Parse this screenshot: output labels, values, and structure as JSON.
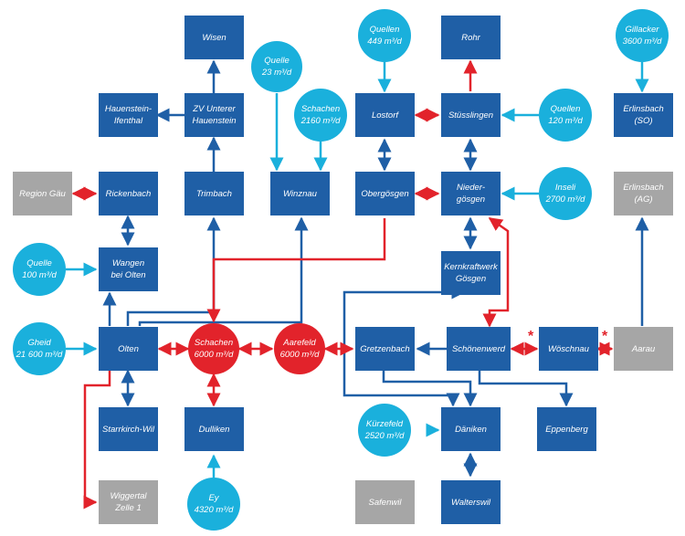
{
  "colors": {
    "box": "#1f5fa6",
    "gray": "#a6a6a6",
    "cyan": "#1ab0dc",
    "red": "#e2232b",
    "line_blue": "#1f5fa6",
    "line_cyan": "#1ab0dc",
    "line_red": "#e2232b"
  },
  "nodes": {
    "wisen": "Wisen",
    "zv": "ZV Unterer\nHauenstein",
    "hauenstein": "Hauenstein-\nIfenthal",
    "trimbach": "Trimbach",
    "region_gaeu": "Region Gäu",
    "rickenbach": "Rickenbach",
    "quelle_23": "Quelle\n23 m³/d",
    "schachen_2160": "Schachen\n2160 m³/d",
    "winznau": "Winznau",
    "quelle_100": "Quelle\n100 m³/d",
    "wangen": "Wangen\nbei Olten",
    "gheid": "Gheid\n21 600 m³/d",
    "olten": "Olten",
    "schachen_6000": "Schachen\n6000 m³/d",
    "aarefeld": "Aarefeld\n6000 m³/d",
    "starrkirch": "Starrkirch-Wil",
    "dulliken": "Dulliken",
    "wiggertal": "Wiggertal\nZelle 1",
    "ey": "Ey\n4320 m³/d",
    "quellen_449": "Quellen\n449 m³/d",
    "rohr": "Rohr",
    "lostorf": "Lostorf",
    "stuesslingen": "Stüsslingen",
    "quellen_120": "Quellen\n120 m³/d",
    "obergoesgen": "Obergösgen",
    "niedergoesgen": "Nieder-\ngösgen",
    "inseli": "Inseli\n2700 m³/d",
    "kkw": "Kernkraftwerk\nGösgen",
    "gretzenbach": "Gretzenbach",
    "schoenenwerd": "Schönenwerd",
    "woeschnau": "Wöschnau",
    "aarau": "Aarau",
    "eppenberg": "Eppenberg",
    "kuerzefeld": "Kürzefeld\n2520 m³/d",
    "daeniken": "Däniken",
    "safenwil": "Safenwil",
    "walterswil": "Walterswil",
    "gillacker": "Gillacker\n3600 m³/d",
    "erlinsbach_so": "Erlinsbach (SO)",
    "erlinsbach_ag": "Erlinsbach (AG)"
  },
  "stars": [
    "*",
    "*"
  ]
}
